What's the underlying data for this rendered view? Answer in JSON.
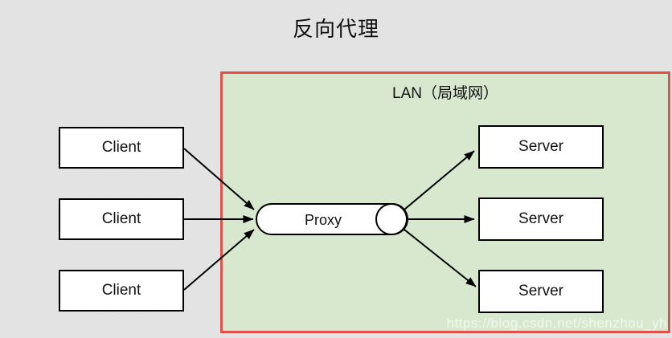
{
  "title": "反向代理",
  "lan_box": {
    "label": "LAN（局域网）",
    "fill_color": "#d8e8cf",
    "border_color": "#e0514b"
  },
  "nodes": {
    "clients": [
      {
        "label": "Client"
      },
      {
        "label": "Client"
      },
      {
        "label": "Client"
      }
    ],
    "proxy": {
      "label": "Proxy"
    },
    "servers": [
      {
        "label": "Server"
      },
      {
        "label": "Server"
      },
      {
        "label": "Server"
      }
    ]
  },
  "edges": [
    {
      "from": "client-1",
      "to": "proxy"
    },
    {
      "from": "client-2",
      "to": "proxy"
    },
    {
      "from": "client-3",
      "to": "proxy"
    },
    {
      "from": "proxy",
      "to": "server-1"
    },
    {
      "from": "proxy",
      "to": "server-2"
    },
    {
      "from": "proxy",
      "to": "server-3"
    }
  ],
  "watermark": "https://blog.csdn.net/shenzhou_yh",
  "colors": {
    "background": "#e2e2e2",
    "node_fill": "#ffffff",
    "node_border": "#000000",
    "arrow": "#000000"
  }
}
